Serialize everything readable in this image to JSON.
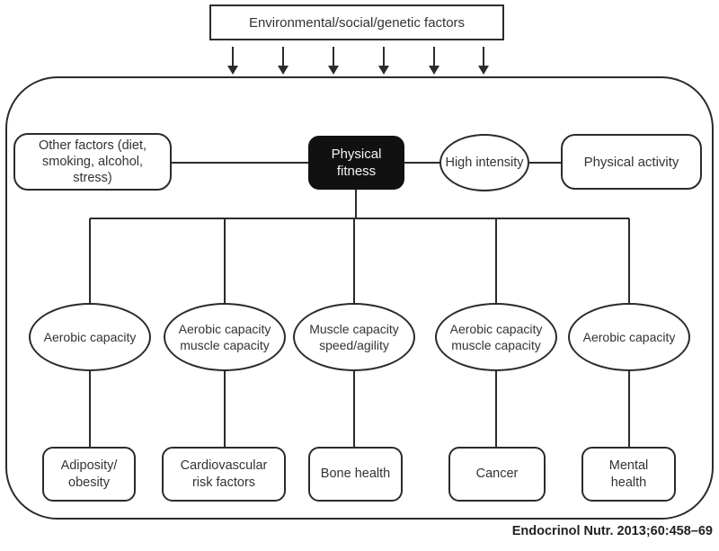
{
  "figure": {
    "top_box": "Environmental/social/genetic factors",
    "nodes": {
      "other_factors": "Other factors (diet, smoking, alcohol, stress)",
      "physical_fitness": "Physical fitness",
      "high_intensity": "High intensity",
      "physical_activity": "Physical activity"
    },
    "capacity_ellipses": [
      "Aerobic capacity",
      "Aerobic capacity muscle capacity",
      "Muscle capacity speed/agility",
      "Aerobic capacity muscle capacity",
      "Aerobic capacity"
    ],
    "outcome_boxes": [
      "Adiposity/ obesity",
      "Cardiovascular risk factors",
      "Bone health",
      "Cancer",
      "Mental health"
    ],
    "citation": "Endocrinol Nutr. 2013;60:458–69",
    "colors": {
      "line": "#2b2b2b",
      "dark_node_fill": "#111111",
      "background": "#ffffff"
    }
  }
}
